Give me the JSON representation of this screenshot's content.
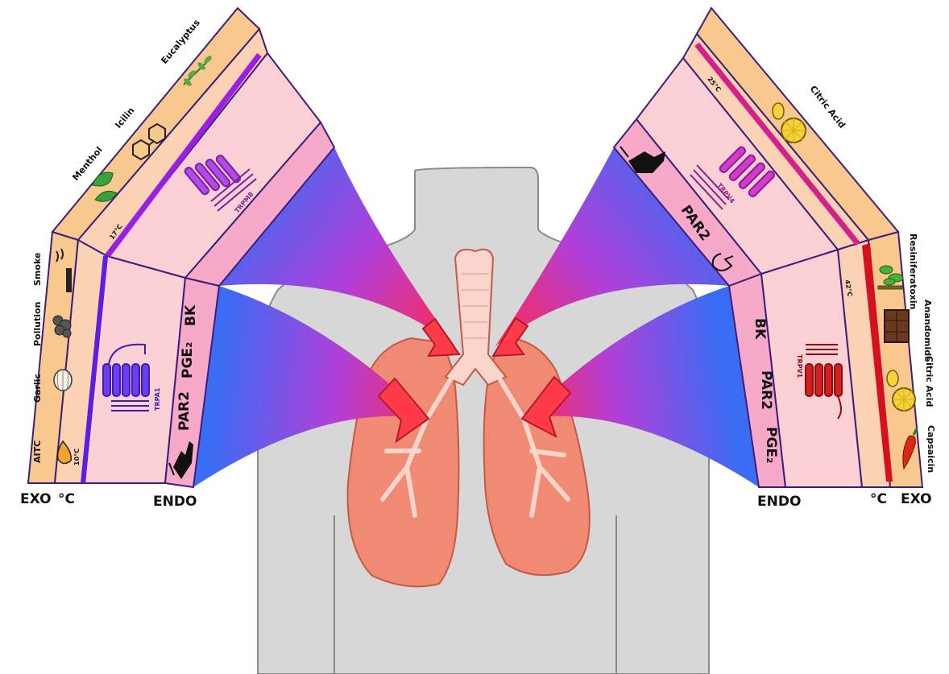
{
  "colors": {
    "exo_band": "#f9c88e",
    "temp_band": "#fcd2b4",
    "receptor_band": "#fbd0d4",
    "endo_band": "#f6a9c9",
    "border": "#3b1f7a",
    "cold_line": "#5a1fe0",
    "hot_line": "#d4111f",
    "cone_start": "#3a6cf4",
    "cone_mid": "#b13fd8",
    "cone_end": "#ff2a55",
    "torso": "#d7d7d7",
    "lung": "#f08a73",
    "airway": "#f9d5cc"
  },
  "icons": [
    "drop-icon",
    "garlic-icon",
    "pollution-icon",
    "cigarette-icon",
    "mint-leaf-icon",
    "molecule-icon",
    "eucalyptus-icon",
    "lemon-icon",
    "pepper-icon",
    "chocolate-icon",
    "herb-icon",
    "hand-icon",
    "protease-icon",
    "receptor-protein-icon"
  ],
  "left_panel": {
    "axis": {
      "exo": "EXO",
      "temp": "°C",
      "endo": "ENDO"
    },
    "exo_lower": [
      "AITC",
      "Garlic",
      "Pollution",
      "Smoke"
    ],
    "exo_upper": [
      "Menthol",
      "Icilin",
      "Eucalyptus"
    ],
    "temp_lower": "10°C",
    "temp_upper": "17°C",
    "channel_lower": "TRPA1",
    "channel_upper": "TRPM8",
    "endo_lower": [
      "PAR2",
      "PGE₂",
      "BK"
    ]
  },
  "right_panel": {
    "axis": {
      "exo": "EXO",
      "temp": "°C",
      "endo": "ENDO"
    },
    "exo_lower": [
      "Capsaicin",
      "Citric Acid",
      "Anandomide",
      "Resiniferatoxin"
    ],
    "exo_upper": [
      "Citric Acid"
    ],
    "temp_lower": "42°C",
    "temp_upper": "25°C",
    "channel_lower": "TRPV1",
    "channel_upper": "TRPV4",
    "endo_lower": [
      "PGE₂",
      "PAR2",
      "BK"
    ],
    "endo_upper": [
      "PAR2"
    ]
  }
}
